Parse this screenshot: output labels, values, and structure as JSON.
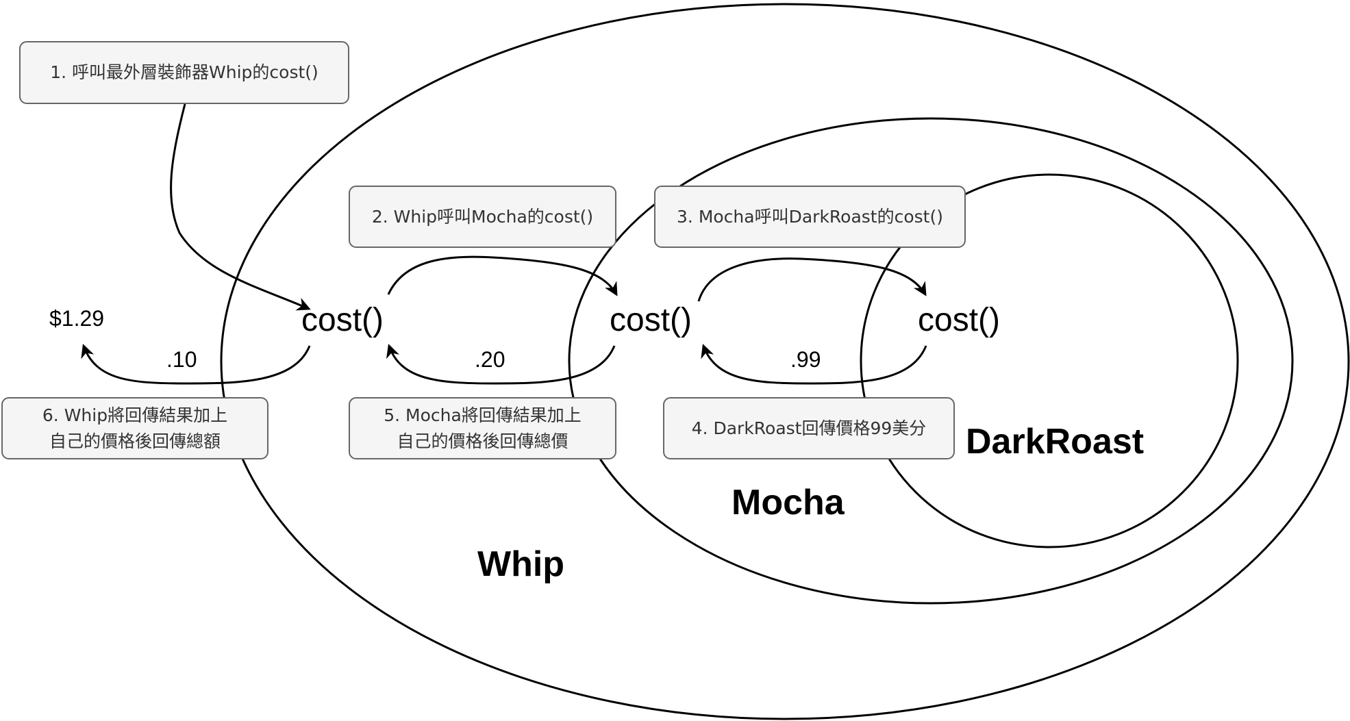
{
  "layers": {
    "whip": "Whip",
    "mocha": "Mocha",
    "darkroast": "DarkRoast"
  },
  "methods": {
    "whip_cost": "cost()",
    "mocha_cost": "cost()",
    "darkroast_cost": "cost()"
  },
  "values": {
    "total": "$1.29",
    "whip_return": ".10",
    "mocha_return": ".20",
    "darkroast_return": ".99"
  },
  "steps": {
    "step1": "1. 呼叫最外層裝飾器Whip的cost()",
    "step2": "2. Whip呼叫Mocha的cost()",
    "step3": "3. Mocha呼叫DarkRoast的cost()",
    "step4": "4. DarkRoast回傳價格99美分",
    "step5_line1": "5. Mocha將回傳結果加上",
    "step5_line2": "自己的價格後回傳總價",
    "step6_line1": "6. Whip將回傳結果加上",
    "step6_line2": "自己的價格後回傳總額"
  },
  "colors": {
    "note_fill": "#f5f5f5",
    "note_border": "#666666",
    "note_text": "#333333",
    "stroke": "#000000"
  }
}
